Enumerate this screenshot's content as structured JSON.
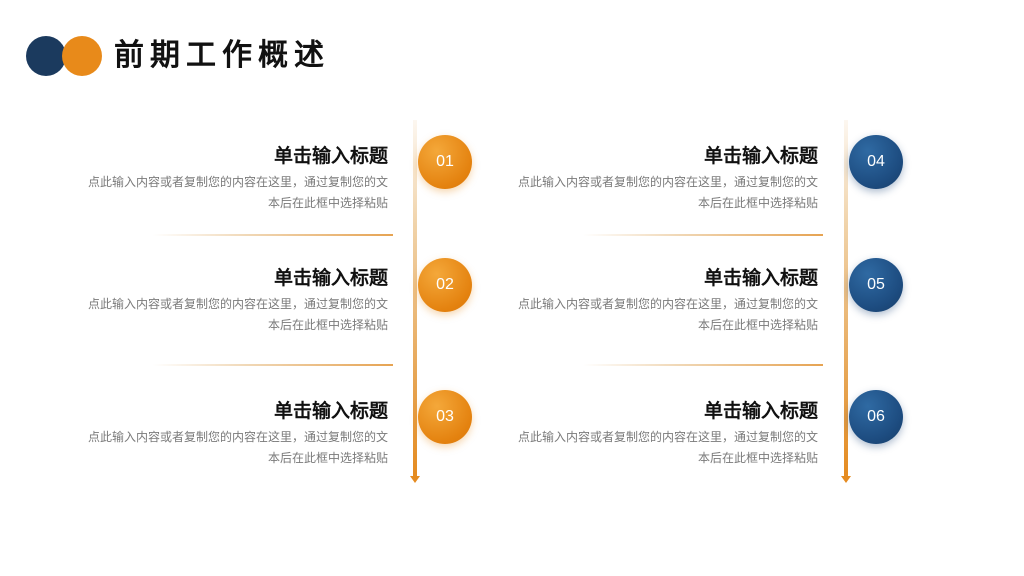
{
  "header": {
    "title": "前期工作概述",
    "logo_colors": {
      "navy": "#1b3a5e",
      "orange": "#e88a1a"
    }
  },
  "items": [
    {
      "number": "01",
      "title": "单击输入标题",
      "desc_line1": "点此输入内容或者复制您的内容在这里，通过复制您的文",
      "desc_line2": "本后在此框中选择粘贴",
      "color": "orange"
    },
    {
      "number": "02",
      "title": "单击输入标题",
      "desc_line1": "点此输入内容或者复制您的内容在这里，通过复制您的文",
      "desc_line2": "本后在此框中选择粘贴",
      "color": "orange"
    },
    {
      "number": "03",
      "title": "单击输入标题",
      "desc_line1": "点此输入内容或者复制您的内容在这里，通过复制您的文",
      "desc_line2": "本后在此框中选择粘贴",
      "color": "orange"
    },
    {
      "number": "04",
      "title": "单击输入标题",
      "desc_line1": "点此输入内容或者复制您的内容在这里，通过复制您的文",
      "desc_line2": "本后在此框中选择粘贴",
      "color": "navy"
    },
    {
      "number": "05",
      "title": "单击输入标题",
      "desc_line1": "点此输入内容或者复制您的内容在这里，通过复制您的文",
      "desc_line2": "本后在此框中选择粘贴",
      "color": "navy"
    },
    {
      "number": "06",
      "title": "单击输入标题",
      "desc_line1": "点此输入内容或者复制您的内容在这里，通过复制您的文",
      "desc_line2": "本后在此框中选择粘贴",
      "color": "navy"
    }
  ]
}
